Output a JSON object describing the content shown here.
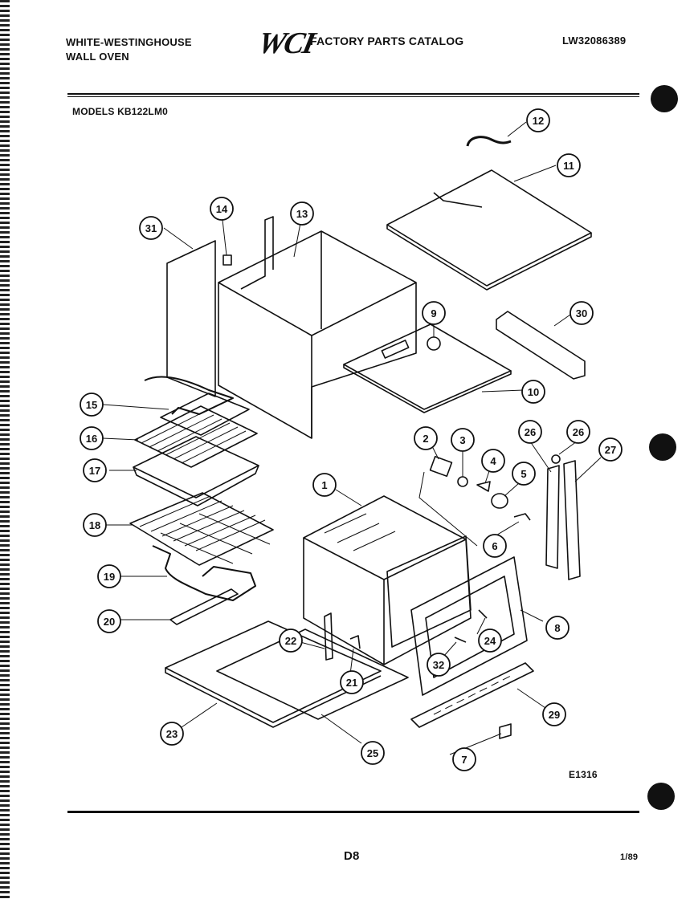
{
  "header": {
    "brand_line1": "WHITE-WESTINGHOUSE",
    "brand_line2": "WALL OVEN",
    "logo": "WCI",
    "catalog_title": "FACTORY PARTS CATALOG",
    "document_number": "LW32086389"
  },
  "models_label": "MODELS KB122LM0",
  "parts": [
    {
      "id": "p1",
      "label": "1"
    },
    {
      "id": "p2",
      "label": "2"
    },
    {
      "id": "p3",
      "label": "3"
    },
    {
      "id": "p4",
      "label": "4"
    },
    {
      "id": "p5",
      "label": "5"
    },
    {
      "id": "p6",
      "label": "6"
    },
    {
      "id": "p7",
      "label": "7"
    },
    {
      "id": "p8",
      "label": "8"
    },
    {
      "id": "p9",
      "label": "9"
    },
    {
      "id": "p10",
      "label": "10"
    },
    {
      "id": "p11",
      "label": "11"
    },
    {
      "id": "p12",
      "label": "12"
    },
    {
      "id": "p13",
      "label": "13"
    },
    {
      "id": "p14",
      "label": "14"
    },
    {
      "id": "p15",
      "label": "15"
    },
    {
      "id": "p16",
      "label": "16"
    },
    {
      "id": "p17",
      "label": "17"
    },
    {
      "id": "p18",
      "label": "18"
    },
    {
      "id": "p19",
      "label": "19"
    },
    {
      "id": "p20",
      "label": "20"
    },
    {
      "id": "p21",
      "label": "21"
    },
    {
      "id": "p22",
      "label": "22"
    },
    {
      "id": "p23",
      "label": "23"
    },
    {
      "id": "p24",
      "label": "24"
    },
    {
      "id": "p25",
      "label": "25"
    },
    {
      "id": "p26a",
      "label": "26"
    },
    {
      "id": "p26b",
      "label": "26"
    },
    {
      "id": "p27",
      "label": "27"
    },
    {
      "id": "p29",
      "label": "29"
    },
    {
      "id": "p30",
      "label": "30"
    },
    {
      "id": "p31",
      "label": "31"
    },
    {
      "id": "p32",
      "label": "32"
    }
  ],
  "figure_id": "E1316",
  "page_number": "D8",
  "date": "1/89"
}
